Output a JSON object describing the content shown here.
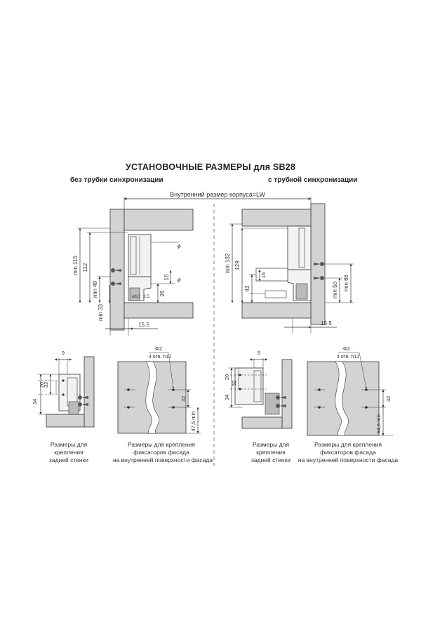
{
  "title": "УСТАНОВОЧНЫЕ РАЗМЕРЫ для SB28",
  "left_heading": "без трубки синхронизации",
  "right_heading": "с трубкой синхронизации",
  "inner_size_label": "Внутренний размер корпуса=LW",
  "left_top": {
    "dims": [
      "min 115",
      "112",
      "min 49",
      "min 33",
      "16",
      "26",
      "15.5"
    ],
    "part_marks": [
      "ø10",
      "2.5"
    ]
  },
  "right_top": {
    "dims": [
      "min 132",
      "129",
      "43",
      "16",
      "min 50",
      "min 66",
      "15.5"
    ]
  },
  "left_back": {
    "dims": [
      "9",
      "32",
      "20",
      "34"
    ],
    "caption": [
      "Размеры для",
      "крепления",
      "задней стенки"
    ]
  },
  "left_facade": {
    "dims": [
      "Φ2",
      "4 отв. h12",
      "32",
      "47,5 min"
    ],
    "caption": [
      "Размеры для крепления",
      "фиксаторов фасада",
      "на внутренней поверхности фасада"
    ]
  },
  "right_back": {
    "dims": [
      "9",
      "20",
      "32",
      "34"
    ],
    "caption": [
      "Размеры для",
      "крепления",
      "задней стенки"
    ]
  },
  "right_facade": {
    "dims": [
      "Φ2",
      "4 отв. h12",
      "32",
      "64,5 min"
    ],
    "caption": [
      "Размеры для крепления",
      "фиксаторов фасада",
      "на внутренней поверхности фасада"
    ]
  },
  "colors": {
    "panel": "#d3d3d3",
    "line": "#333333",
    "part": "#f2f2f2"
  }
}
